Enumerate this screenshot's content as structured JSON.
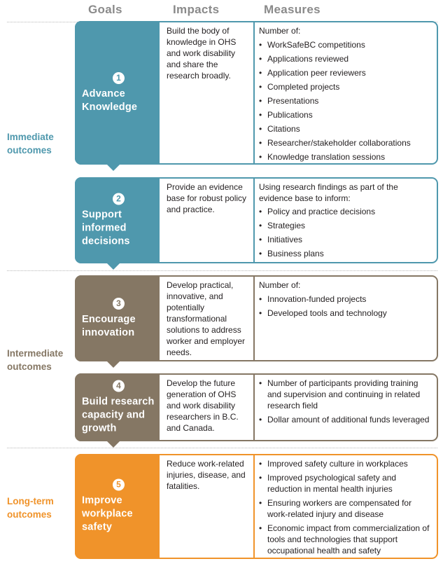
{
  "headers": {
    "goals": "Goals",
    "impacts": "Impacts",
    "measures": "Measures"
  },
  "sections": {
    "immediate": "Immediate outcomes",
    "intermediate": "Intermediate outcomes",
    "longterm": "Long-term outcomes"
  },
  "colors": {
    "immediate": "#4f98ad",
    "intermediate": "#857764",
    "longterm": "#f0932a",
    "header": "#8a8a8a"
  },
  "rows": [
    {
      "num": "1",
      "goal": "Advance Knowledge",
      "impact": "Build the body of knowledge in OHS and work disability and share the research broadly.",
      "measures_intro": "Number of:",
      "measures": [
        "WorkSafeBC competitions",
        "Applications reviewed",
        "Application peer reviewers",
        "Completed projects",
        "Presentations",
        "Publications",
        "Citations",
        "Researcher/stakeholder collaborations",
        "Knowledge translation sessions"
      ]
    },
    {
      "num": "2",
      "goal": "Support informed decisions",
      "impact": "Provide an evidence base for robust policy and practice.",
      "measures_intro": "Using research findings as part of the evidence base to inform:",
      "measures": [
        "Policy and practice decisions",
        "Strategies",
        "Initiatives",
        "Business plans"
      ]
    },
    {
      "num": "3",
      "goal": "Encourage innovation",
      "impact": "Develop practical, innovative, and potentially transformational solutions to address worker and employer needs.",
      "measures_intro": "Number of:",
      "measures": [
        "Innovation-funded projects",
        "Developed tools and technology"
      ]
    },
    {
      "num": "4",
      "goal": "Build research capacity and growth",
      "impact": "Develop the future generation of OHS and work disability researchers in B.C. and Canada.",
      "measures_intro": "",
      "measures": [
        "Number of participants providing training and supervision and continuing in related research field",
        "Dollar amount of additional funds leveraged"
      ]
    },
    {
      "num": "5",
      "goal": "Improve workplace safety",
      "impact": "Reduce work-related injuries, disease, and fatalities.",
      "measures_intro": "",
      "measures": [
        "Improved safety culture in workplaces",
        "Improved psychological safety and reduction in mental health injuries",
        "Ensuring workers are compensated for work-related injury and disease",
        "Economic impact from commercialization of tools and technologies that support occupational health and safety"
      ]
    }
  ]
}
